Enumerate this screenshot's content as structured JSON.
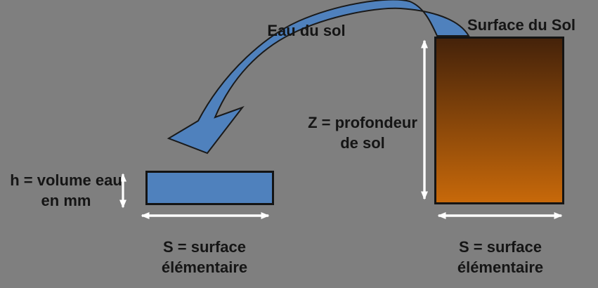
{
  "diagram": {
    "background": "#7F7F7F",
    "colors": {
      "arrow_blue": "#4F81BD",
      "water_blue": "#4F81BD",
      "soil_top": "#44220A",
      "soil_bottom": "#C8690A",
      "outline": "#1A1A1A",
      "measure_white": "#FFFFFF",
      "text": "#151515"
    },
    "labels": {
      "eau_du_sol": "Eau du sol",
      "surface_du_sol": "Surface du Sol",
      "z_line1": "Z = profondeur",
      "z_line2": "de sol",
      "h_line1": "h = volume eau",
      "h_line2": "en mm",
      "s_left_line1": "S = surface",
      "s_left_line2": "élémentaire",
      "s_right_line1": "S = surface",
      "s_right_line2": "élémentaire"
    }
  }
}
